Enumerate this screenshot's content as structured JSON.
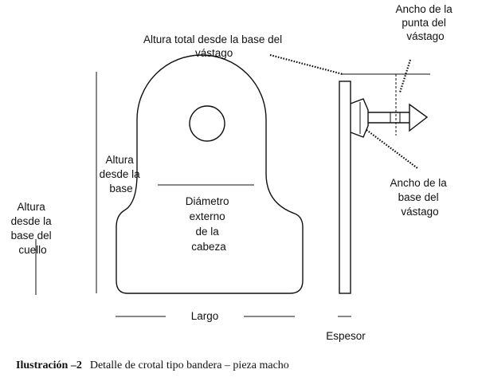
{
  "labels": {
    "total_height": [
      "Altura total desde la base del",
      "vástago"
    ],
    "tip_width": [
      "Ancho de la",
      "punta del",
      "vástago"
    ],
    "base_height": [
      "Altura",
      "desde la",
      "base"
    ],
    "neck_height": [
      "Altura",
      "desde la",
      "base del",
      "cuello"
    ],
    "head_diameter": [
      "Diámetro",
      "externo",
      "de la",
      "cabeza"
    ],
    "stem_base_width": [
      "Ancho de la",
      "base del",
      "vástago"
    ],
    "length": "Largo",
    "thickness": "Espesor"
  },
  "caption": {
    "bold": "Ilustración –2",
    "text": "Detalle de crotal tipo bandera – pieza macho"
  }
}
